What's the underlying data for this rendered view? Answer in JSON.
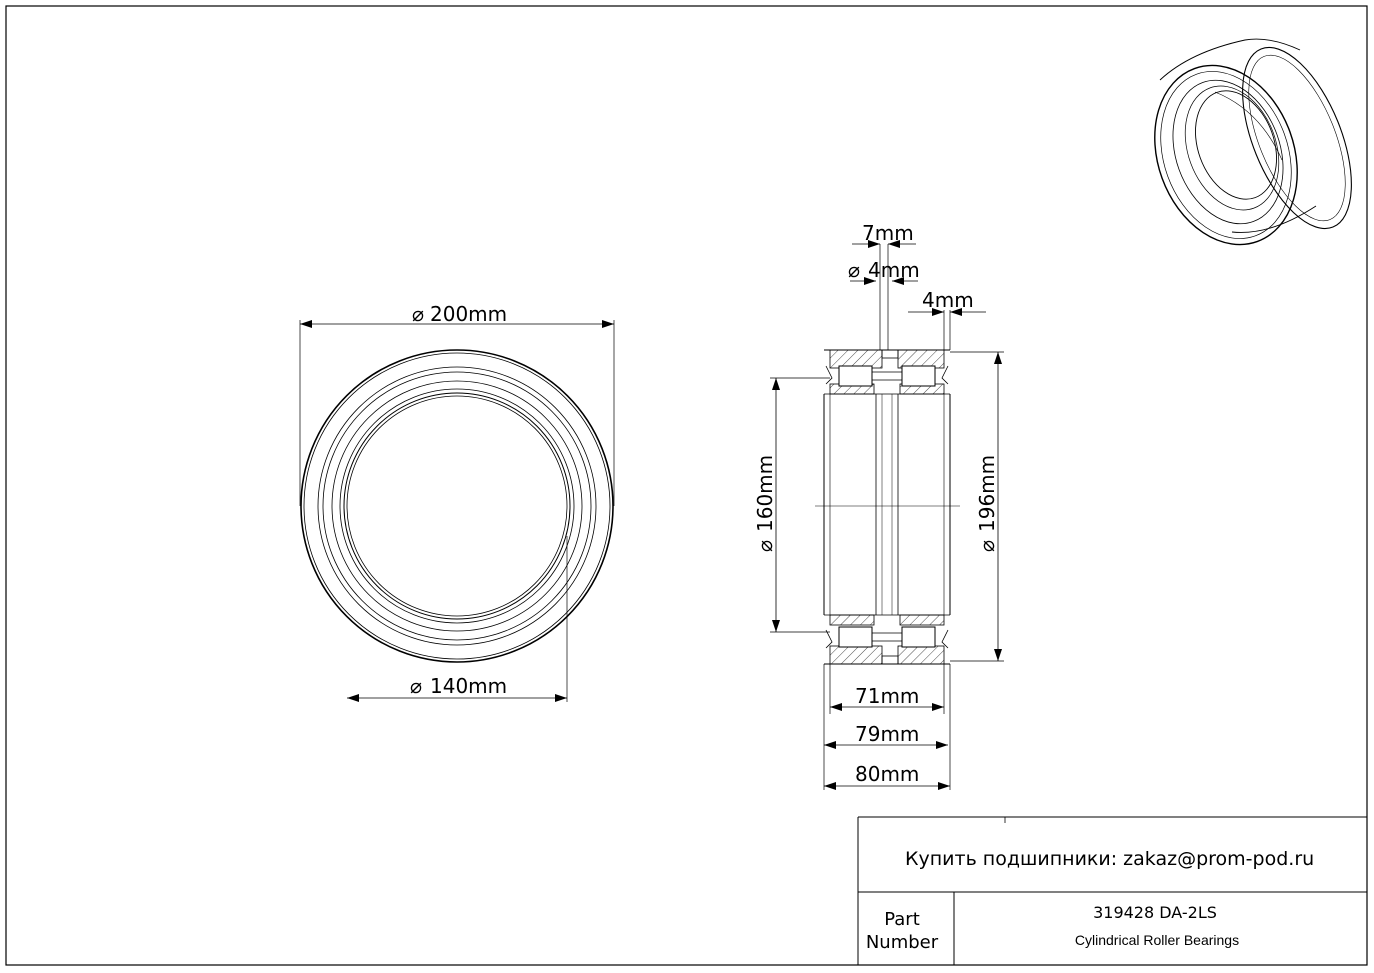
{
  "dimensions": {
    "outer_diameter": "200mm",
    "inner_diameter": "140mm",
    "side_bore": "160mm",
    "side_outer": "196mm",
    "width_71": "71mm",
    "width_79": "79mm",
    "width_80": "80mm",
    "groove_7": "7mm",
    "hole_4": "4mm",
    "chamfer_4": "4mm",
    "diameter_symbol": "⌀"
  },
  "title_block": {
    "contact": "Купить подшипники: zakaz@prom-pod.ru",
    "part_label_line1": "Part",
    "part_label_line2": "Number",
    "part_number": "319428 DA-2LS",
    "part_type": "Cylindrical Roller Bearings"
  },
  "colors": {
    "line": "#000000",
    "background": "#ffffff"
  }
}
